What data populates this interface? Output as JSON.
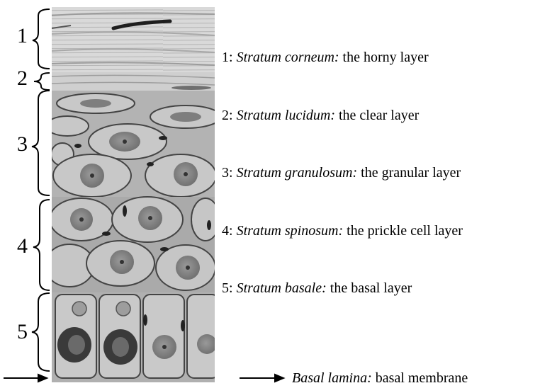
{
  "diagram": {
    "layers": [
      {
        "number": "1",
        "latin": "Stratum corneum:",
        "description": "the horny layer"
      },
      {
        "number": "2",
        "latin": "Stratum lucidum:",
        "description": "the clear layer"
      },
      {
        "number": "3",
        "latin": "Stratum granulosum:",
        "description": "the granular layer"
      },
      {
        "number": "4",
        "latin": "Stratum spinosum:",
        "description": "the prickle cell layer"
      },
      {
        "number": "5",
        "latin": "Stratum basale:",
        "description": "the basal layer"
      }
    ],
    "basal": {
      "latin": "Basal lamina:",
      "description": "basal membrane"
    },
    "colors": {
      "cell_fill": "#c4c4c4",
      "nucleus": "#8a8a8a",
      "corneum": "#d8d8d8",
      "background": "#ffffff"
    }
  }
}
